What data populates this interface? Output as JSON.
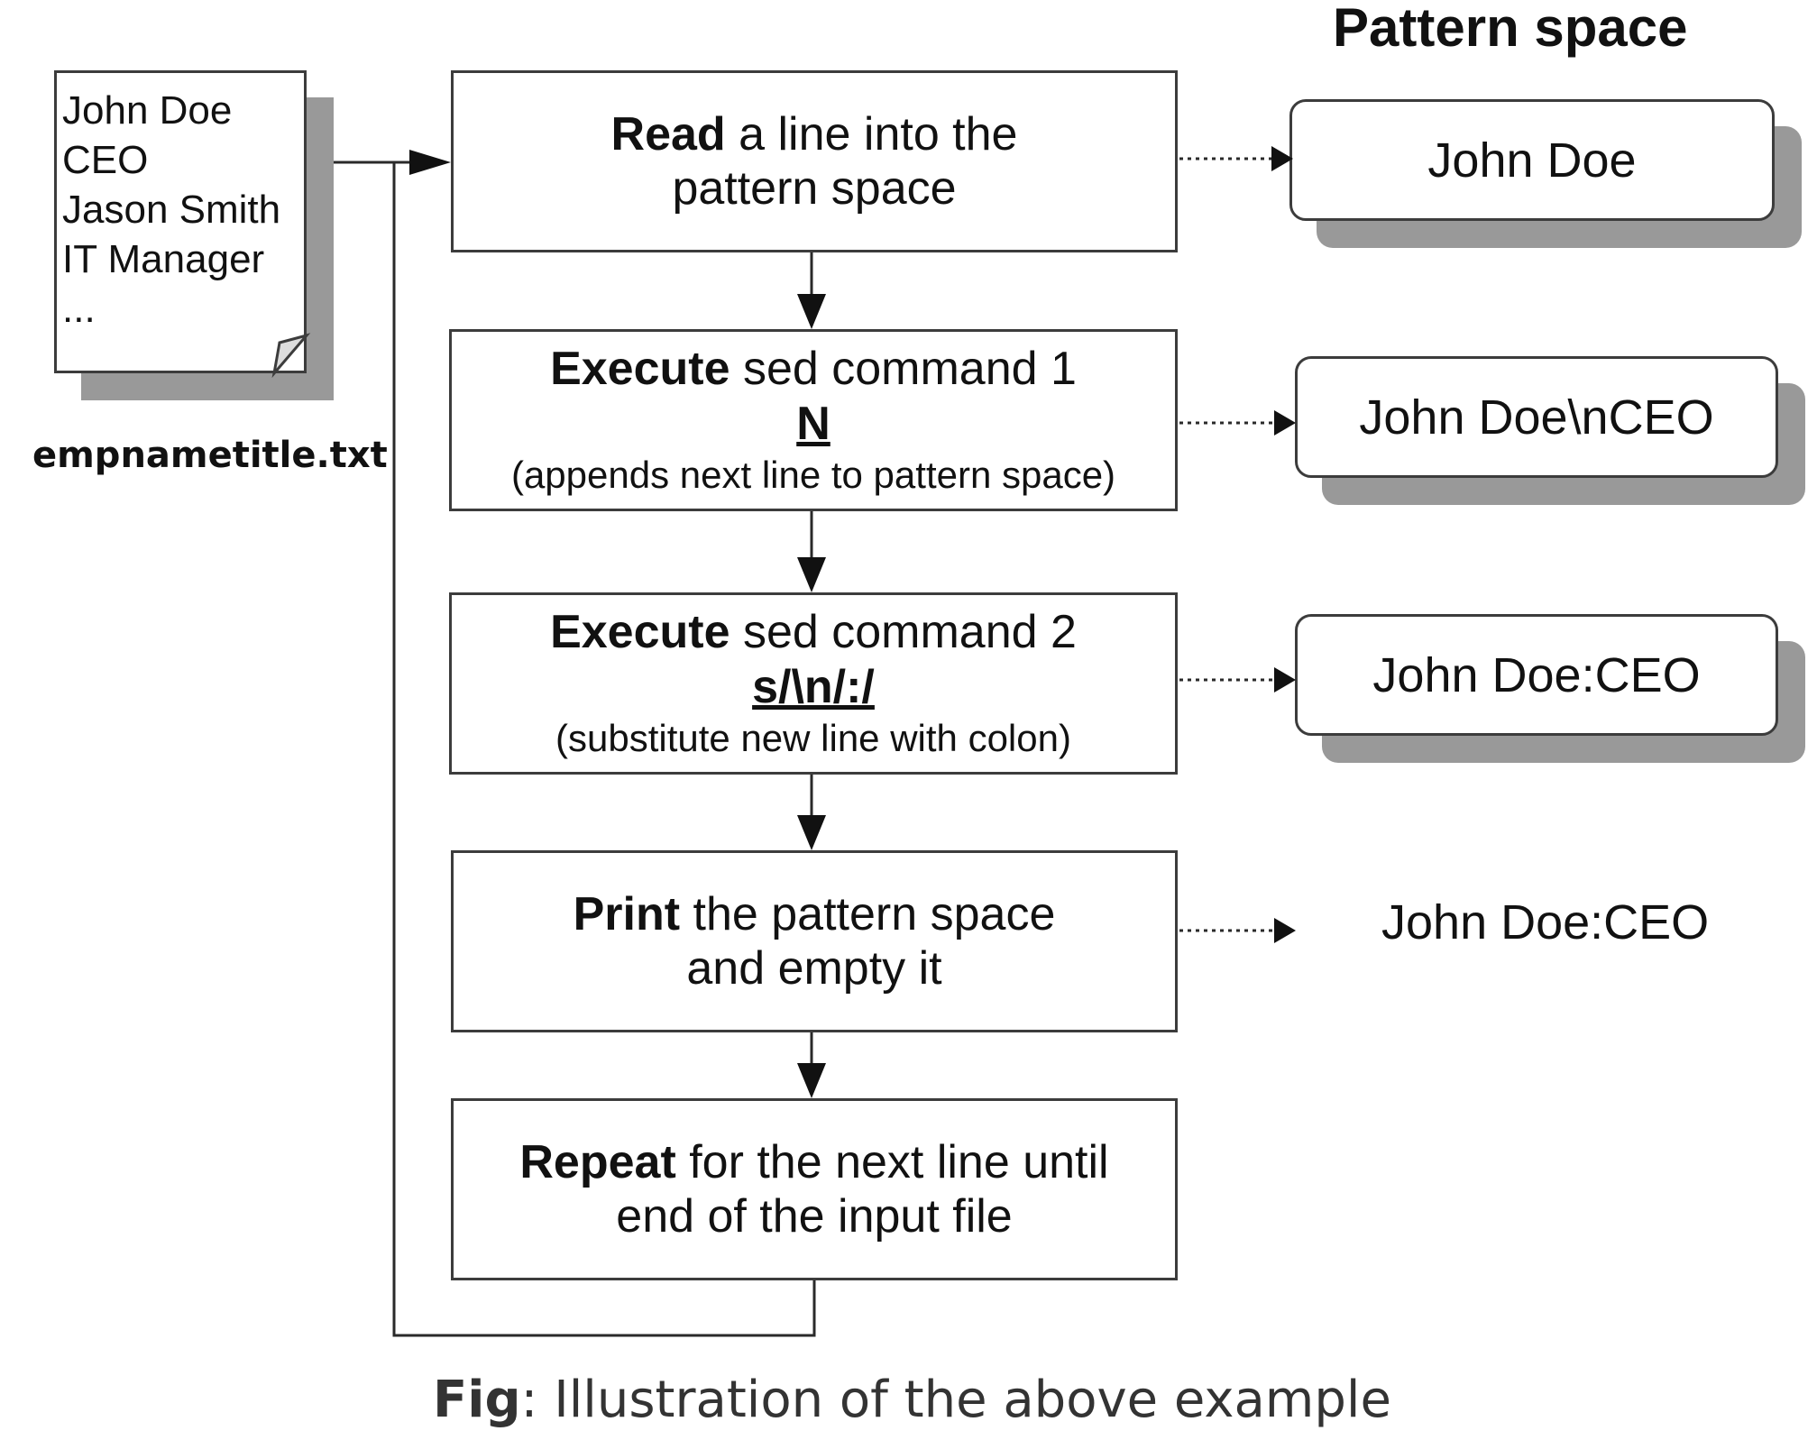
{
  "header": {
    "pattern_space_title": "Pattern space"
  },
  "input_file": {
    "lines": [
      "John Doe",
      "CEO",
      "Jason Smith",
      "IT Manager",
      "..."
    ],
    "filename": "empnametitle.txt"
  },
  "steps": [
    {
      "bold": "Read",
      "rest_line1": " a line into the",
      "line2": "pattern space"
    },
    {
      "bold": "Execute",
      "rest_line1": " sed command 1",
      "command": "N",
      "note": "(appends next line to pattern space)"
    },
    {
      "bold": "Execute",
      "rest_line1": " sed command 2",
      "command": "s/\\n/:/",
      "note": "(substitute new line with colon)"
    },
    {
      "bold": "Print",
      "rest_line1": " the pattern space",
      "line2": "and empty it"
    },
    {
      "bold": "Repeat",
      "rest_line1": " for the next line until",
      "line2": "end of the input file"
    }
  ],
  "pattern_space": [
    "John Doe",
    "John Doe\\nCEO",
    "John Doe:CEO",
    "John Doe:CEO"
  ],
  "caption": {
    "bold": "Fig",
    "rest": ": Illustration of the above example"
  }
}
